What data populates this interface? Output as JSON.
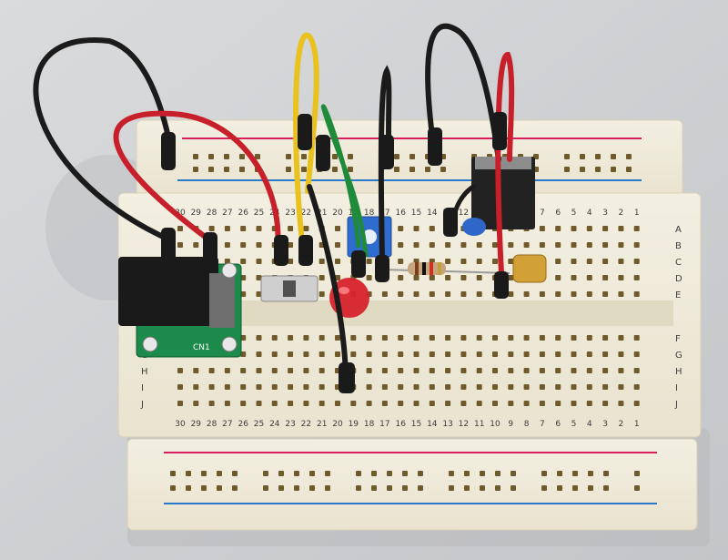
{
  "photo": {
    "subject": "solderless breadboard with power jack module and LED circuit"
  },
  "breadboard": {
    "column_numbers": [
      "30",
      "29",
      "28",
      "27",
      "26",
      "25",
      "24",
      "23",
      "22",
      "21",
      "20",
      "19",
      "18",
      "17",
      "16",
      "15",
      "14",
      "13",
      "12",
      "11",
      "10",
      "9",
      "8",
      "7",
      "6",
      "5",
      "4",
      "3",
      "2",
      "1"
    ],
    "row_labels_top": [
      "A",
      "B",
      "C",
      "D",
      "E"
    ],
    "row_labels_bottom": [
      "F",
      "G",
      "H",
      "I",
      "J"
    ],
    "rail_colors": {
      "positive": "#d81f5e",
      "negative": "#2a78c8"
    }
  },
  "power_module": {
    "label": "CN1"
  },
  "components": {
    "led": "red LED",
    "resistor": "resistor",
    "regulator": "voltage regulator",
    "capacitor_ceramic": "blue ceramic capacitor",
    "capacitor_tantalum": "yellow tantalum capacitor",
    "potentiometer": "blue trimmer",
    "switch": "slide switch"
  },
  "wire_colors": {
    "black": "#1b1b1b",
    "red": "#c7202b",
    "yellow": "#e9c21d",
    "green": "#1e8a3a"
  }
}
